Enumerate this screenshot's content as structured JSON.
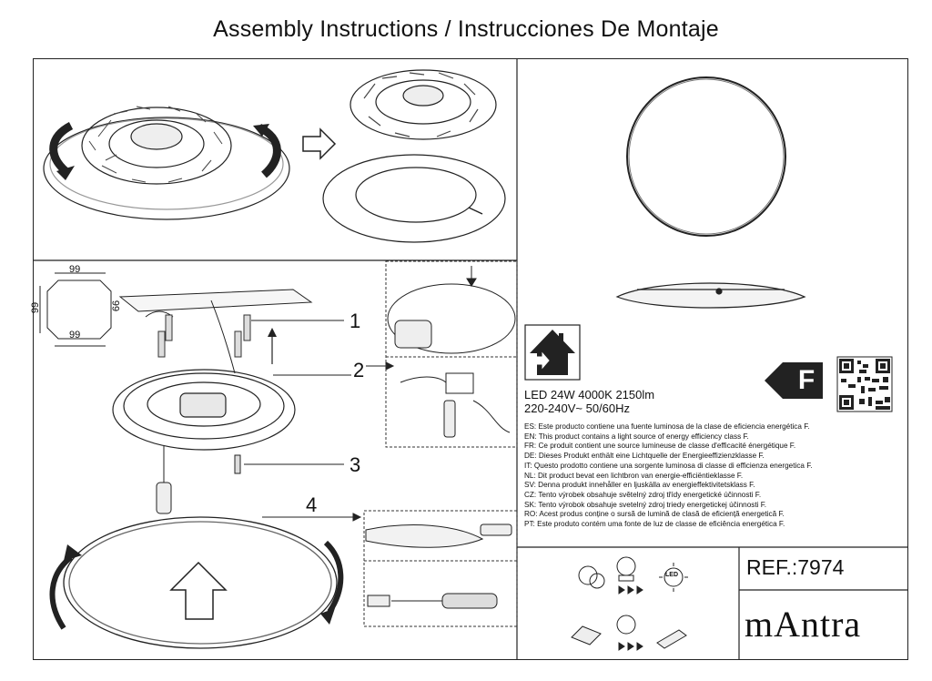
{
  "title": "Assembly Instructions / Instrucciones De Montaje",
  "spec": {
    "line1": "LED 24W 4000K 2150lm",
    "line2": "220-240V~ 50/60Hz"
  },
  "energy_class": "F",
  "languages": [
    "ES: Este producto contiene una fuente luminosa de la clase de eficiencia energética F.",
    "EN: This product contains a light source of energy efficiency class F.",
    "FR: Ce produit contient une source lumineuse de classe d'efficacité énergétique F.",
    "DE: Dieses Produkt enthält eine Lichtquelle der Energieeffizienzklasse F.",
    "IT: Questo prodotto contiene una sorgente luminosa di classe di efficienza energetica F.",
    "NL: Dit product bevat een lichtbron van energie-efficiëntieklasse F.",
    "SV: Denna produkt innehåller en ljuskälla av energieffektivitetsklass F.",
    "CZ: Tento výrobek obsahuje světelný zdroj třídy energetické účinnosti F.",
    "SK: Tento výrobok obsahuje svetelný zdroj triedy energetickej účinnosti F.",
    "RO: Acest produs conține o sursă de lumină de clasă de eficiență energetică F.",
    "PT: Este produto contém uma fonte de luz de classe de eficiência energética F."
  ],
  "ref": "REF.:7974",
  "brand": "mAntra",
  "step_numbers": [
    "1",
    "2",
    "3",
    "4"
  ],
  "dimensions": {
    "top": "99",
    "left": "99",
    "bottom": "99",
    "inner": "66"
  },
  "led_label": "LED",
  "colors": {
    "ink": "#111111",
    "line": "#222222"
  }
}
